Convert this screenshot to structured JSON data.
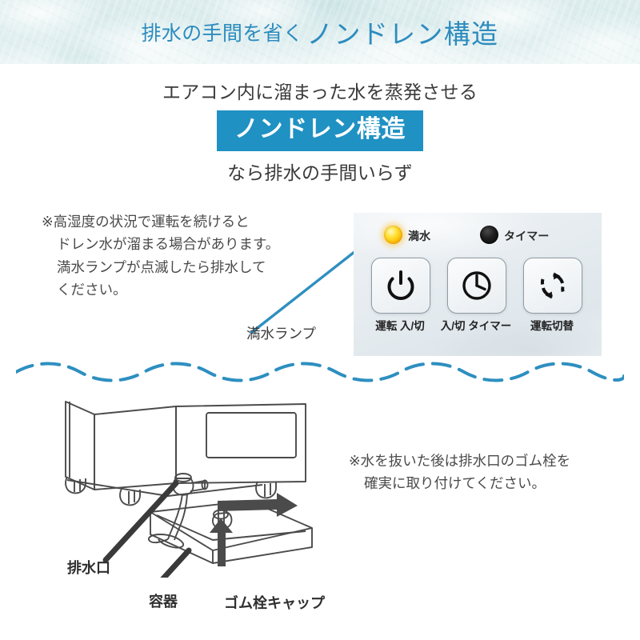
{
  "header": {
    "title_small": "排水の手間を省く",
    "title_large": "ノンドレン構造",
    "bg_color": "#dceced",
    "text_color": "#2d8cbe"
  },
  "intro": {
    "lead_line": "エアコン内に溜まった水を蒸発させる",
    "badge_text": "ノンドレン構造",
    "badge_color": "#2091c3",
    "badge_text_color": "#ffffff",
    "trailing_line": "なら排水の手間いらず"
  },
  "note_left": {
    "line1": "※高湿度の状況で運転を続けると",
    "line2": "ドレン水が溜まる場合があります。",
    "line3": "満水ランプが点滅したら排水して",
    "line4": "ください。"
  },
  "callout": {
    "label": "満水ランプ",
    "arrow_color": "#2e8fc0"
  },
  "control_panel": {
    "indicators": [
      {
        "name": "full-water-lamp",
        "label": "満水",
        "color": "#ffc008",
        "state": "lit"
      },
      {
        "name": "timer-lamp",
        "label": "タイマー",
        "color": "#141414",
        "state": "off"
      }
    ],
    "buttons": [
      {
        "name": "power-button",
        "icon": "power-icon",
        "label": "運転 入/切"
      },
      {
        "name": "timer-button",
        "icon": "clock-icon",
        "label": "入/切 タイマー"
      },
      {
        "name": "mode-button",
        "icon": "refresh-cycle-icon",
        "label": "運転切替"
      }
    ]
  },
  "divider": {
    "style": "dashed-wave",
    "color": "#2e8fc0"
  },
  "illustration": {
    "alt_name": "air-conditioner-drain-diagram",
    "line_color": "#4b4b4b",
    "labels": {
      "drain_port": "排水口",
      "tray": "容器",
      "rubber_cap": "ゴム栓キャップ"
    }
  },
  "note_right": {
    "line1": "※水を抜いた後は排水口のゴム栓を",
    "line2": "確実に取り付けてください。"
  }
}
